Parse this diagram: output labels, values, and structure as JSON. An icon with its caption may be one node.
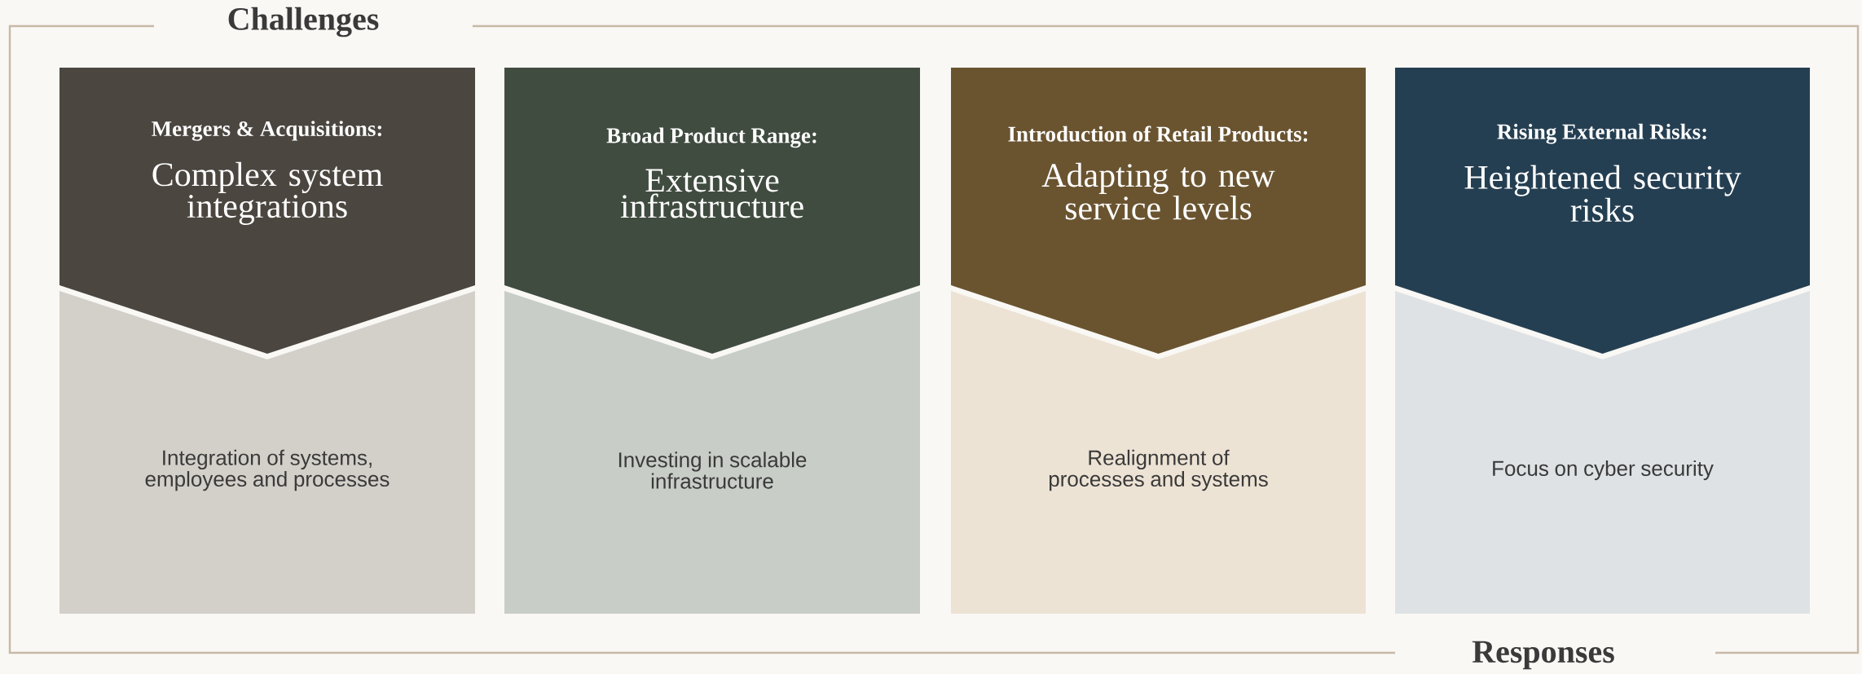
{
  "diagram": {
    "nodes": [
      {
        "text": [
          "Mergers & Acquisitions:",
          "Complex system integrations"
        ]
      },
      {
        "text": [
          "Integration of systems, employees and processes"
        ]
      },
      {
        "text": [
          "Broad Product Range:",
          "Extensive infrastructure"
        ]
      },
      {
        "text": [
          "Investing in scalable infrastructure"
        ]
      },
      {
        "text": [
          "Introduction of Retail Products:",
          "Adapting to new service levels"
        ]
      },
      {
        "text": [
          "Realignment of processes and systems"
        ]
      },
      {
        "text": [
          "Rising External Risks:",
          "Heightened security risks"
        ]
      },
      {
        "text": [
          "Focus on cyber security"
        ]
      }
    ],
    "labels": [
      "Challenges",
      "Responses"
    ]
  }
}
